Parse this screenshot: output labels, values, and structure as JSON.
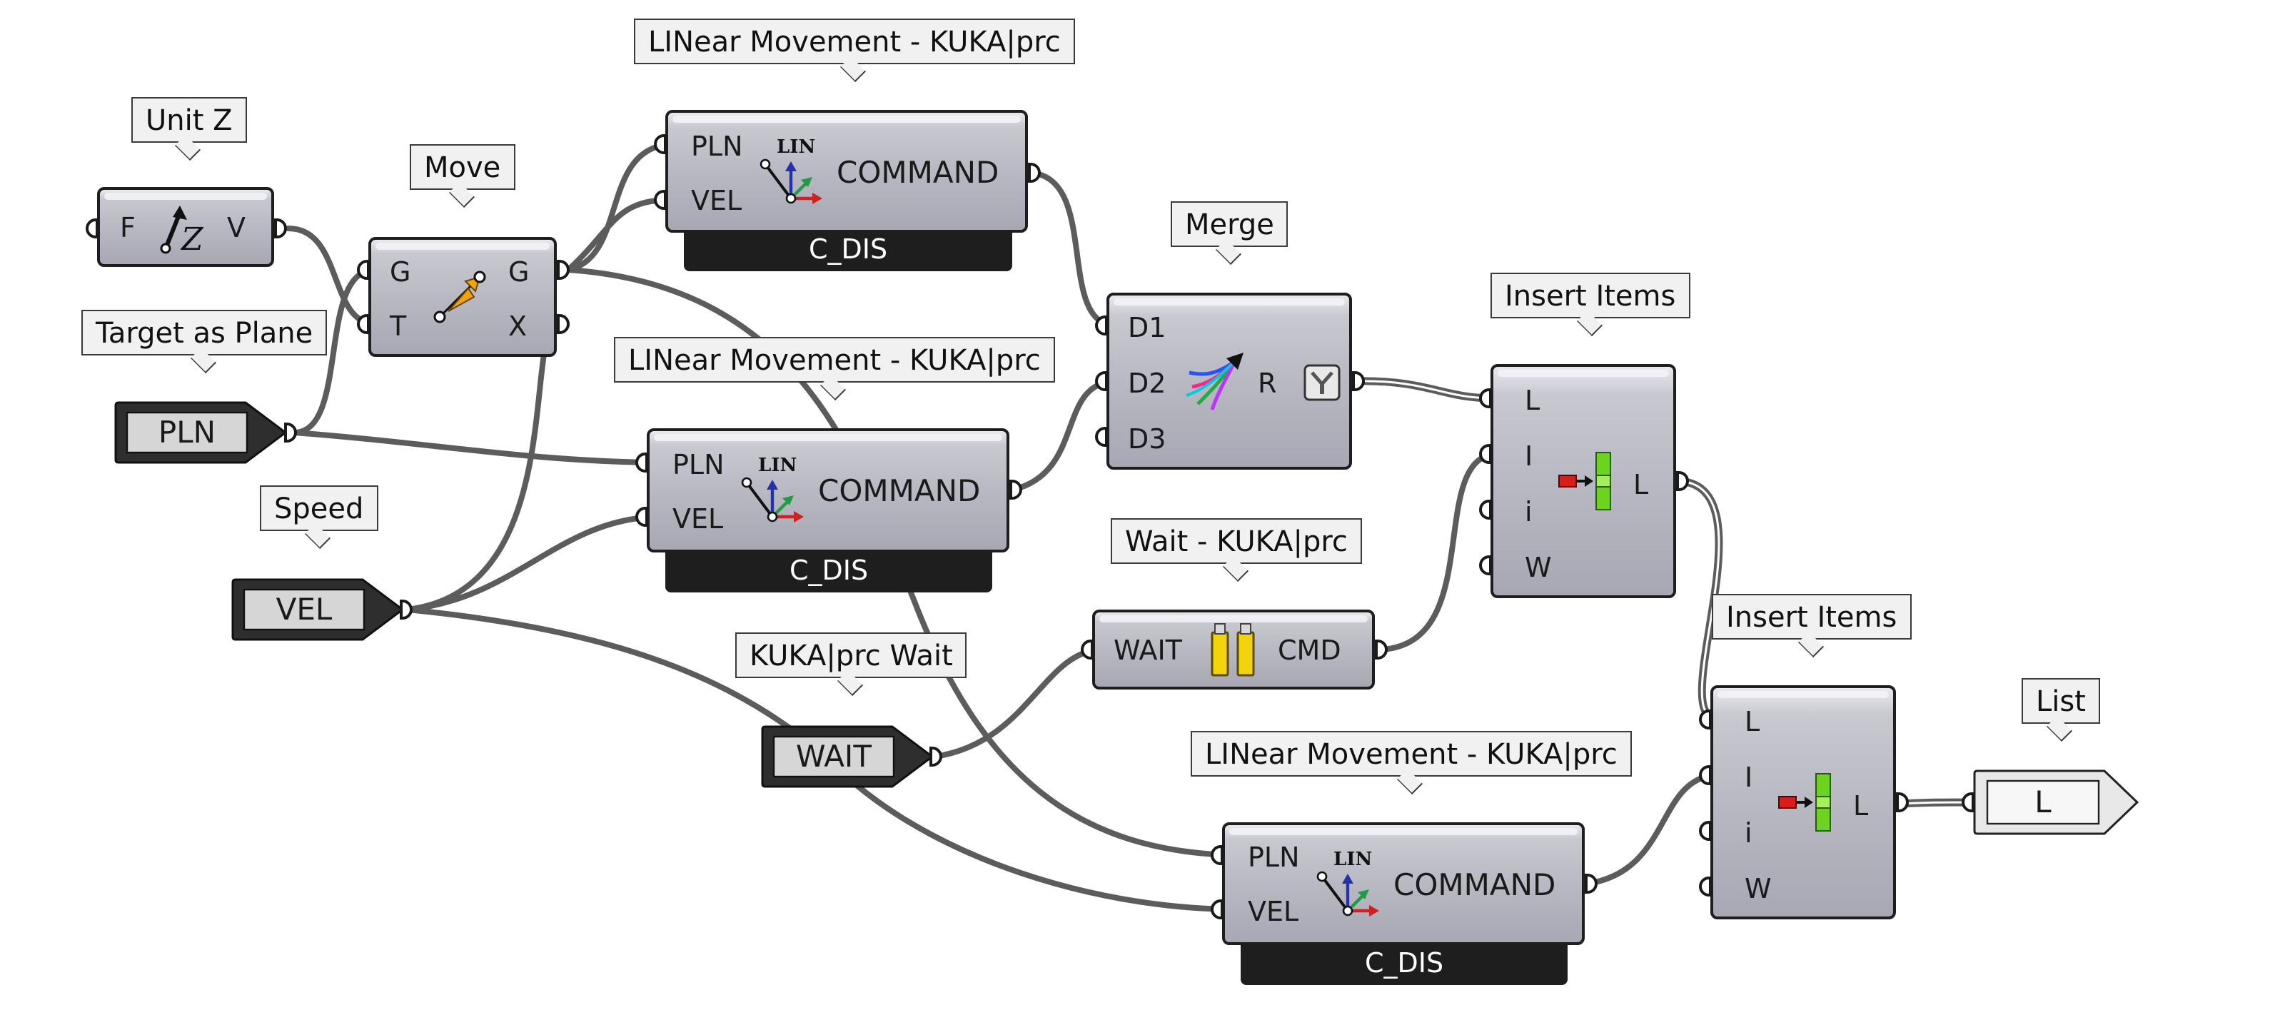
{
  "callouts": {
    "unit_z": "Unit Z",
    "move": "Move",
    "lin_top": "LINear Movement - KUKA|prc",
    "target_plane": "Target as Plane",
    "lin_mid": "LINear Movement - KUKA|prc",
    "speed": "Speed",
    "merge": "Merge",
    "insert_top": "Insert Items",
    "wait_cmd": "Wait - KUKA|prc",
    "kuka_wait": "KUKA|prc Wait",
    "lin_bot": "LINear Movement - KUKA|prc",
    "insert_bot": "Insert Items",
    "list": "List"
  },
  "components": {
    "unit_z": {
      "in": [
        "F"
      ],
      "out": [
        "V"
      ]
    },
    "move": {
      "in": [
        "G",
        "T"
      ],
      "out": [
        "G",
        "X"
      ]
    },
    "lin_top": {
      "in": [
        "PLN",
        "VEL"
      ],
      "out": [
        "COMMAND"
      ],
      "footer": "C_DIS"
    },
    "lin_mid": {
      "in": [
        "PLN",
        "VEL"
      ],
      "out": [
        "COMMAND"
      ],
      "footer": "C_DIS"
    },
    "lin_bot": {
      "in": [
        "PLN",
        "VEL"
      ],
      "out": [
        "COMMAND"
      ],
      "footer": "C_DIS"
    },
    "merge": {
      "in": [
        "D1",
        "D2",
        "D3"
      ],
      "out": [
        "R"
      ]
    },
    "wait_cmd": {
      "in": [
        "WAIT"
      ],
      "out": [
        "CMD"
      ]
    },
    "insert_top": {
      "in": [
        "L",
        "I",
        "i",
        "W"
      ],
      "out": [
        "L"
      ]
    },
    "insert_bot": {
      "in": [
        "L",
        "I",
        "i",
        "W"
      ],
      "out": [
        "L"
      ]
    }
  },
  "params": {
    "pln": "PLN",
    "vel": "VEL",
    "wait": "WAIT",
    "list": "L"
  },
  "icons": {
    "unit_z": "unit-z-arrow-icon",
    "move": "move-arrow-icon",
    "lin": "lin-axes-icon",
    "merge": "merge-fan-arrows-icon",
    "wait": "wait-yellow-bars-icon",
    "insert": "insert-item-red-green-icon",
    "list_modifier": "flatten-funnel-icon"
  },
  "colors": {
    "canvas": "#ffffff",
    "component_fill": "#b7b7c2",
    "wire": "#5c5c5c",
    "footer": "#1e1e1e",
    "param_dark": "#2e2e2e",
    "param_light": "#e8e8e8",
    "icon_orange": "#f2a20c",
    "icon_yellow": "#f2d30c",
    "icon_green": "#6cd31e",
    "icon_red": "#d91c1c"
  }
}
